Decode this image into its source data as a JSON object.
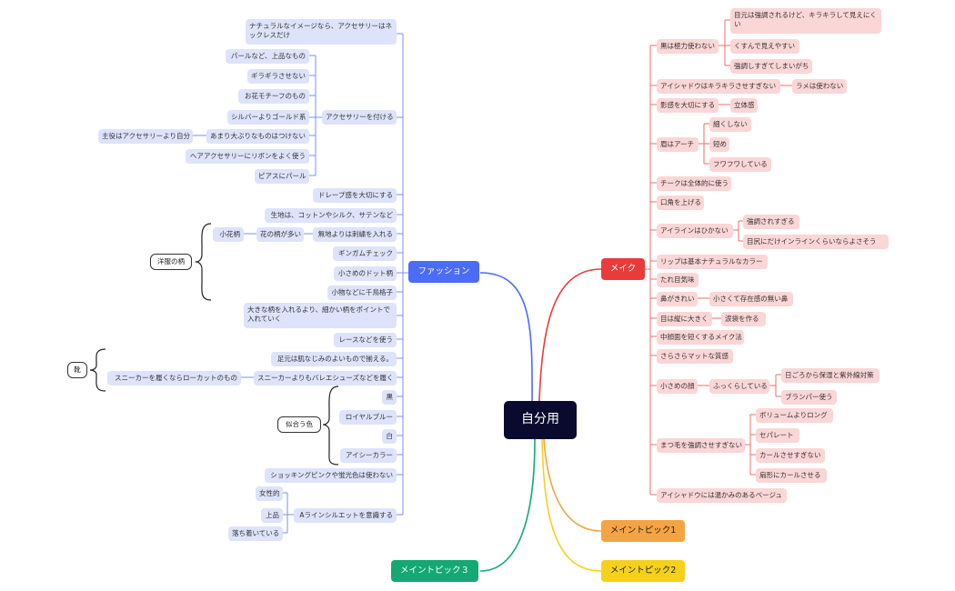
{
  "root": "自分用",
  "main": {
    "fashion": "ファッション",
    "make": "メイク",
    "topic1": "メイントピック1",
    "topic2": "メイントピック2",
    "topic3": "メイントピック３"
  },
  "fashion": {
    "necklace": "ナチュラルなイメージなら、アクセサリーはネックレスだけ",
    "accessory": "アクセサリーを付ける",
    "acc_pearl": "パールなど、上品なもの",
    "acc_not_flashy": "ギラギラさせない",
    "acc_flower": "お花モチーフのもの",
    "acc_gold": "シルバーよりゴールド系",
    "acc_small": "あまり大ぶりなものはつけない",
    "acc_main": "主役はアクセサリーより自分",
    "acc_ribbon": "ヘアアクセサリーにリボンをよく使う",
    "acc_pierce": "ピアスにパール",
    "drape": "ドレープ感を大切にする",
    "fabric": "生地は、コットンやシルク、サテンなど",
    "pattern_group": "洋服の柄",
    "floral": "小花柄",
    "many_flower": "花の柄が多い",
    "embroidery": "無地よりは刺繍を入れる",
    "gingham": "ギンガムチェック",
    "dots": "小さめのドット柄",
    "houndstooth": "小物などに千鳥格子",
    "small_point": "大きな柄を入れるより、細かい柄をポイントで入れていく",
    "lace": "レースなどを使う",
    "skin_tone": "足元は肌なじみのよいもので揃える。",
    "shoes_group": "靴",
    "sneaker": "スニーカーを履くならローカットのもの",
    "ballet": "スニーカーよりもバレエシューズなどを履く",
    "colors_group": "似合う色",
    "c_black": "黒",
    "c_royal": "ロイヤルブルー",
    "c_white": "白",
    "c_icy": "アイシーカラー",
    "no_shocking": "ショッキングピンクや蛍光色は使わない",
    "aline": "Aラインシルエットを意識する",
    "feminine": "女性的",
    "elegant": "上品",
    "calm": "落ち着いている"
  },
  "make": {
    "black_min": "黒は極力使わない",
    "eyes_emph": "目元は強調されるけど、キラキラして見えにくい",
    "dull": "くすんで見えやすい",
    "too_strong": "強調しすぎてしまいがち",
    "eyeshadow_glitter": "アイシャドウはキラキラさせすぎない",
    "no_lame": "ラメは使わない",
    "shadow": "影感を大切にする",
    "solid": "立体感",
    "brow_arch": "眉はアーチ",
    "not_thick": "細くしない",
    "short": "短め",
    "fluffy": "フワフワしている",
    "cheek": "チークは全体的に使う",
    "mouth": "口角を上げる",
    "eyeliner": "アイラインはひかない",
    "too_emph": "強調されすぎる",
    "inline": "目尻にだけインラインくらいならよさそう",
    "lip": "リップは基本ナチュラルなカラー",
    "droop": "たれ目気味",
    "nose": "鼻がきれい",
    "small_nose": "小さくて存在感の無い鼻",
    "big_eyes": "目は縦に大きく",
    "tear_bag": "涙袋を作る",
    "mid_face": "中顔面を短くするメイク法",
    "matte": "さらさらマットな質感",
    "small_face": "小さめの顔",
    "plump": "ふっくらしている",
    "uv": "日ごろから保湿と紫外線対策",
    "blancpa": "ブランパー使う",
    "lashes": "まつ毛を強調させすぎない",
    "volume": "ボリュームよりロング",
    "separate": "セパレート",
    "no_curl": "カールさせすぎない",
    "fan_curl": "扇形にカールさせる",
    "eyeshadow_beige": "アイシャドウには温かみのあるベージュ"
  },
  "colors": {
    "root_bg": "#0a0a2e",
    "fashion": "#4a6cf7",
    "make": "#ea3b3b",
    "topic1": "#f5a443",
    "topic2": "#f5d11c",
    "topic3": "#13a874",
    "fashion_leaf": "#dde3fa",
    "make_leaf": "#fbd6d6"
  }
}
